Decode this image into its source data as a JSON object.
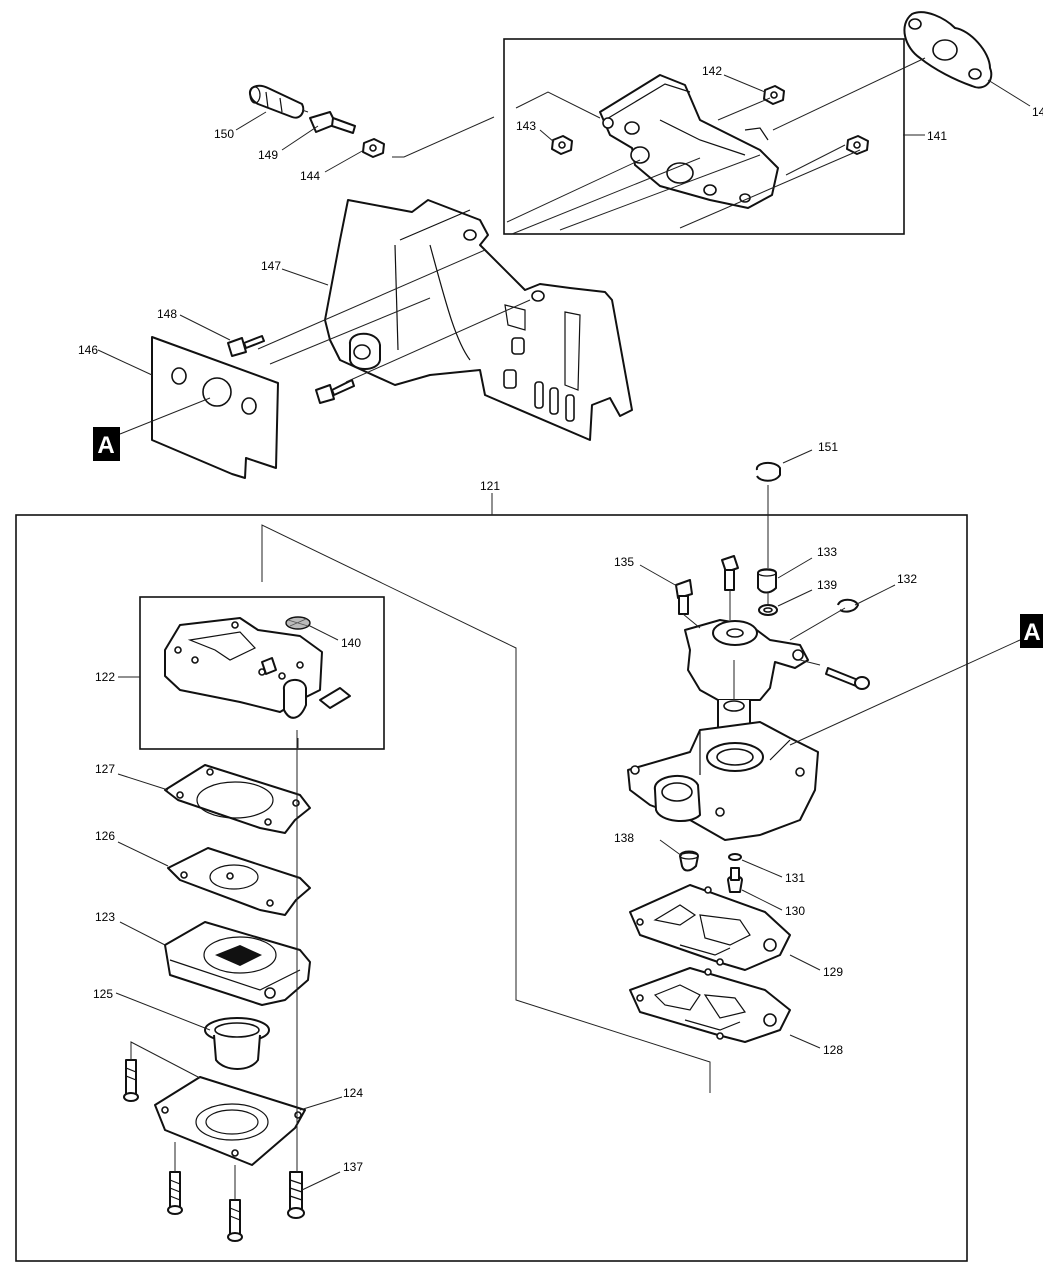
{
  "diagram": {
    "part_numbers": {
      "p121": "121",
      "p122": "122",
      "p123": "123",
      "p124": "124",
      "p125": "125",
      "p126": "126",
      "p127": "127",
      "p128": "128",
      "p129": "129",
      "p130": "130",
      "p131": "131",
      "p132": "132",
      "p133": "133",
      "p135": "135",
      "p137": "137",
      "p138": "138",
      "p139": "139",
      "p140": "140",
      "p141": "141",
      "p142": "142",
      "p143": "143",
      "p144": "144",
      "p146": "146",
      "p147": "147",
      "p148": "148",
      "p149": "149",
      "p150": "150",
      "p151": "151",
      "p145_partial": "14"
    },
    "reference_marks": {
      "left_a": "A",
      "right_a": "A"
    }
  }
}
